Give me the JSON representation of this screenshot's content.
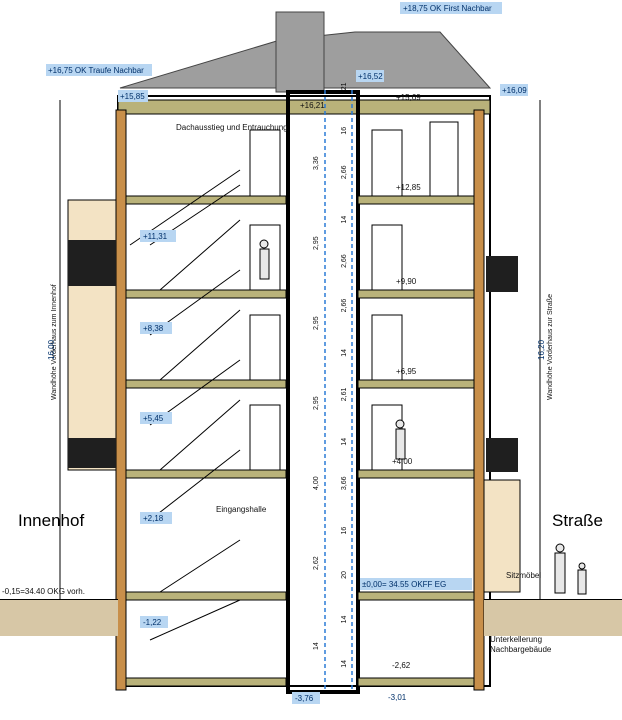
{
  "side_labels": {
    "left": "Innenhof",
    "right": "Straße"
  },
  "neighbor_labels": {
    "first": "+18,75 OK First Nachbar",
    "traufe": "+16,75 OK Traufe Nachbar",
    "ok_16_52": "+16,52"
  },
  "elevations": {
    "roof_left": "+15,85",
    "roof_middle": "+16,21",
    "roof_right": "+15,69",
    "right_top": "+16,09",
    "floor3": "+12,85",
    "stair_11": "+11,31",
    "floor2": "+9,90",
    "stair_8": "+8,38",
    "floor1": "+6,95",
    "stair_5": "+5,45",
    "floor0b": "+4,00",
    "stair_2": "+2,18",
    "ground_left": "-0,15=34.40 OKG vorh.",
    "ground_eg": "±0,00= 34.55 OKFF EG",
    "basement_stair": "-1,22",
    "basement_floor": "-2,62",
    "bottom_right": "-3,01",
    "bottom_center": "-3,76"
  },
  "room_labels": {
    "roof_hatch": "Dachausstieg und Entrauchung",
    "entrance_hall": "Eingangshalle",
    "bench": "Sitzmöbel",
    "basement_note_1": "Unterkellerung",
    "basement_note_2": "Nachbargebäude"
  },
  "vertical_labels": {
    "left_caption": "Wandhöhe Vorderhaus zum Innenhof",
    "left_value": "16,00",
    "right_caption": "Wandhöhe Vorderhaus zur Straße",
    "right_value": "16,20"
  },
  "shaft_dims_left": [
    "3,36",
    "2,95",
    "2,95",
    "2,95",
    "4,00",
    "2,62",
    "14"
  ],
  "shaft_dims_right": [
    "21",
    "16",
    "2,66",
    "14",
    "2,66",
    "2,66",
    "14",
    "2,61",
    "14",
    "3,66",
    "16",
    "20",
    "14",
    "14"
  ],
  "colors": {
    "line": "#000000",
    "tag_fill": "#b8d6f2",
    "wall_fill": "#f3e3c4",
    "shaft": "#2b7bd6",
    "balcony": "#1f1f1f"
  }
}
